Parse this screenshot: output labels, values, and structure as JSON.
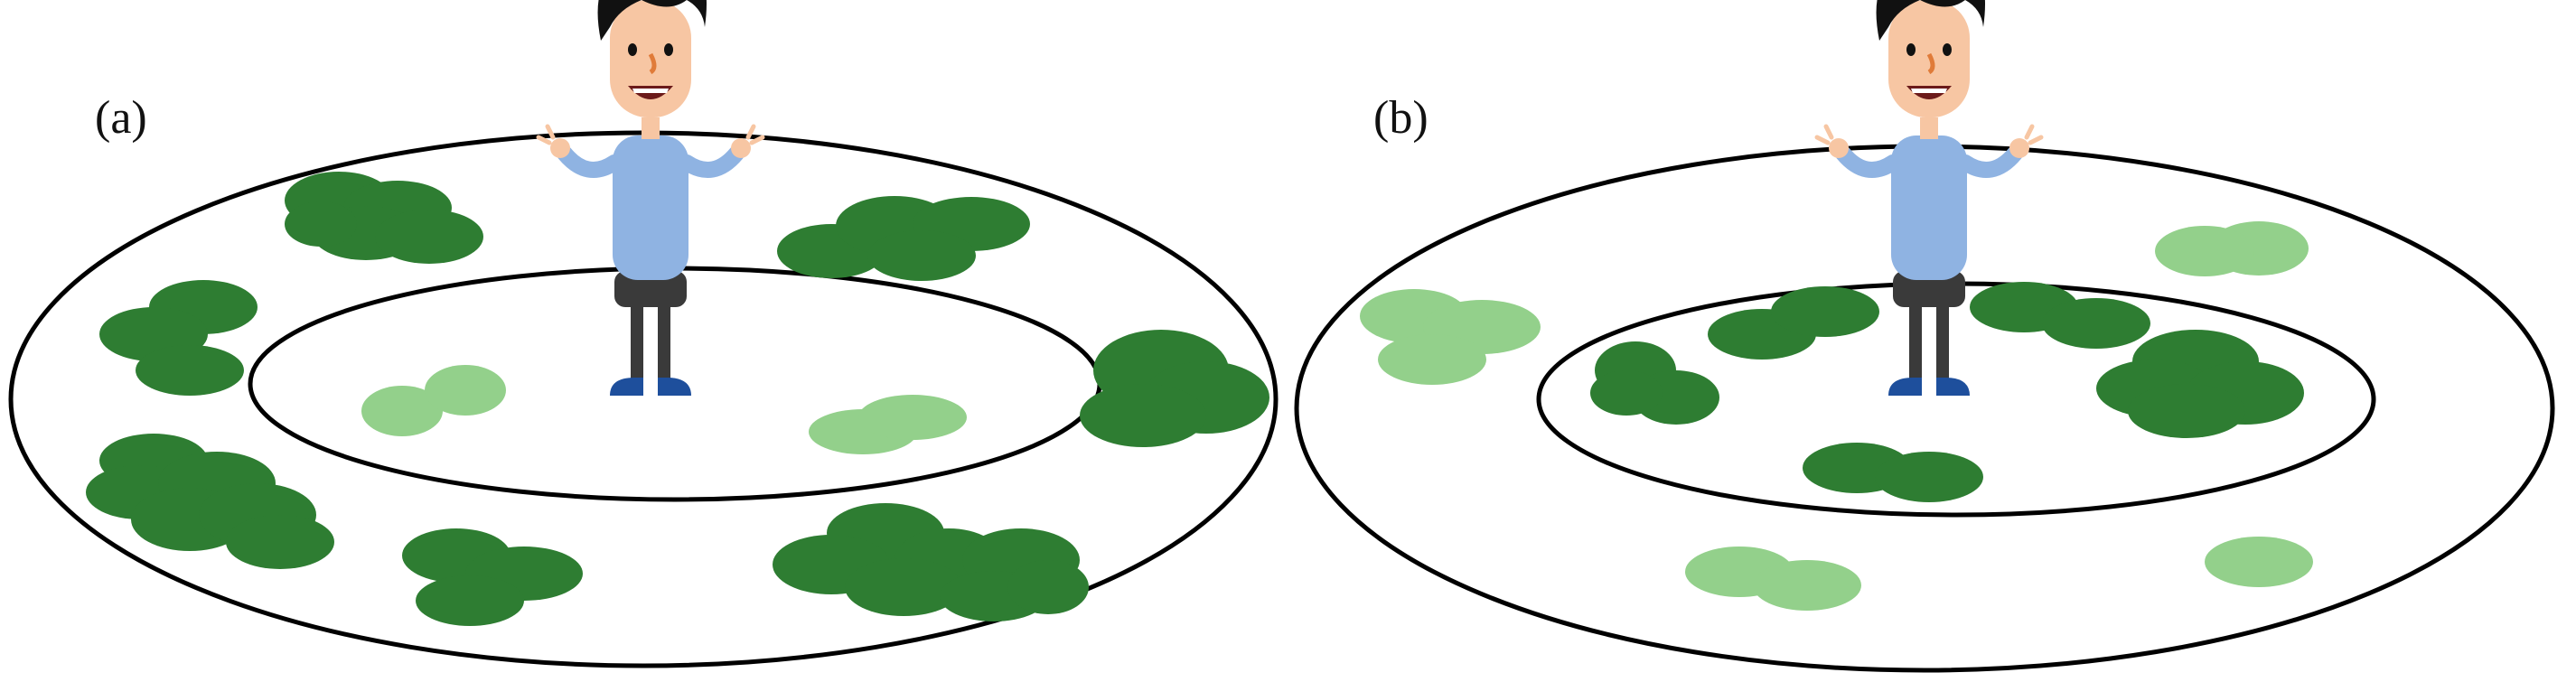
{
  "panels": [
    {
      "id": "a",
      "label": "(a)"
    },
    {
      "id": "b",
      "label": "(b)"
    }
  ],
  "colors": {
    "dark_green": "#2e7d32",
    "light_green": "#93d08b",
    "shirt": "#8fb3e2",
    "hair": "#111111",
    "skin": "#f7c6a3",
    "pants": "#3a3a3a",
    "shoes": "#1e4f9c",
    "ring_stroke": "#000000"
  }
}
